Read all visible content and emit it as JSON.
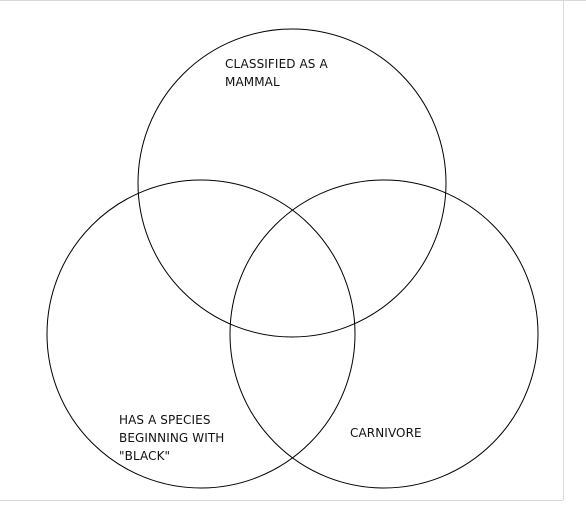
{
  "diagram": {
    "type": "venn",
    "sets": [
      {
        "id": "mammal",
        "label_lines": [
          "CLASSIFIED AS A",
          "MAMMAL"
        ]
      },
      {
        "id": "black",
        "label_lines": [
          "HAS A SPECIES",
          "BEGINNING WITH",
          "\"BLACK\""
        ]
      },
      {
        "id": "carnivore",
        "label_lines": [
          "CARNIVORE"
        ]
      }
    ],
    "colors": {
      "stroke": "#000000",
      "background": "#ffffff",
      "text": "#111111",
      "frame": "#d9d9d9"
    }
  }
}
